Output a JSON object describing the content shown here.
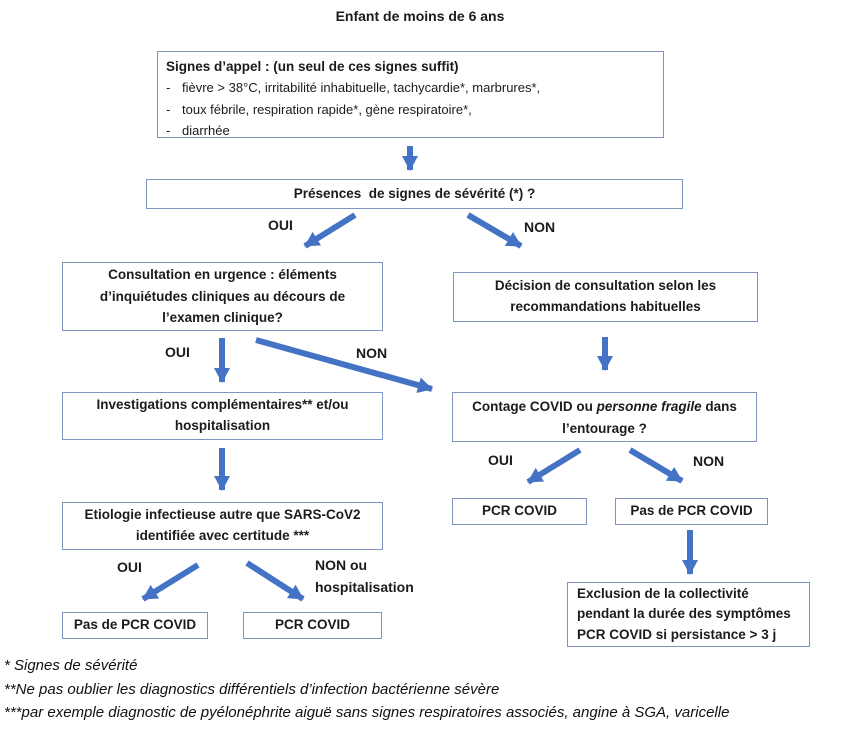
{
  "meta": {
    "title": "Enfant de moins de 6 ans"
  },
  "colors": {
    "arrow_blue": "#4472C4",
    "box_border": "#7E96BE",
    "text": "#1b1b1b"
  },
  "flowchart": {
    "signes_appel": {
      "heading": "Signes d’appel : (un seul de ces signes suffit)",
      "items": [
        "fièvre > 38°C, irritabilité inhabituelle, tachycardie*, marbrures*,",
        "toux fébrile, respiration rapide*, gène respiratoire*,",
        "diarrhée"
      ]
    },
    "severite_question": "Présences  de signes de sévérité (*) ?",
    "consultation_urgence": "Consultation en urgence : éléments\nd’inquiétudes cliniques au décours de\nl’examen clinique?",
    "decision_consultation": "Décision de consultation selon les\nrecommandations habituelles",
    "investigations": "Investigations complémentaires** et/ou\nhospitalisation",
    "contage": {
      "line1_pre": "Contage COVID ou ",
      "line1_italic": "personne fragile",
      "line1_post": " dans",
      "line2": "l’entourage ?"
    },
    "etiologie": "Etiologie infectieuse autre que SARS-CoV2\nidentifiée avec certitude ***",
    "pas_pcr_left": "Pas de PCR COVID",
    "pcr_left": "PCR COVID",
    "pcr_right": "PCR COVID",
    "pas_pcr_right": "Pas de PCR COVID",
    "exclusion": "Exclusion de la collectivité\npendant la durée des symptômes\nPCR COVID si persistance > 3 j"
  },
  "branch_labels": {
    "severite_oui": "OUI",
    "severite_non": "NON",
    "consultation_oui": "OUI",
    "consultation_non": "NON",
    "etiologie_oui": "OUI",
    "etiologie_non": "NON ou\nhospitalisation",
    "contage_oui": "OUI",
    "contage_non": "NON"
  },
  "footnotes": [
    "* Signes de sévérité",
    "**Ne pas oublier les diagnostics différentiels d’infection bactérienne sévère",
    "***par exemple diagnostic de pyélonéphrite aiguë sans signes respiratoires associés, angine à SGA, varicelle"
  ]
}
